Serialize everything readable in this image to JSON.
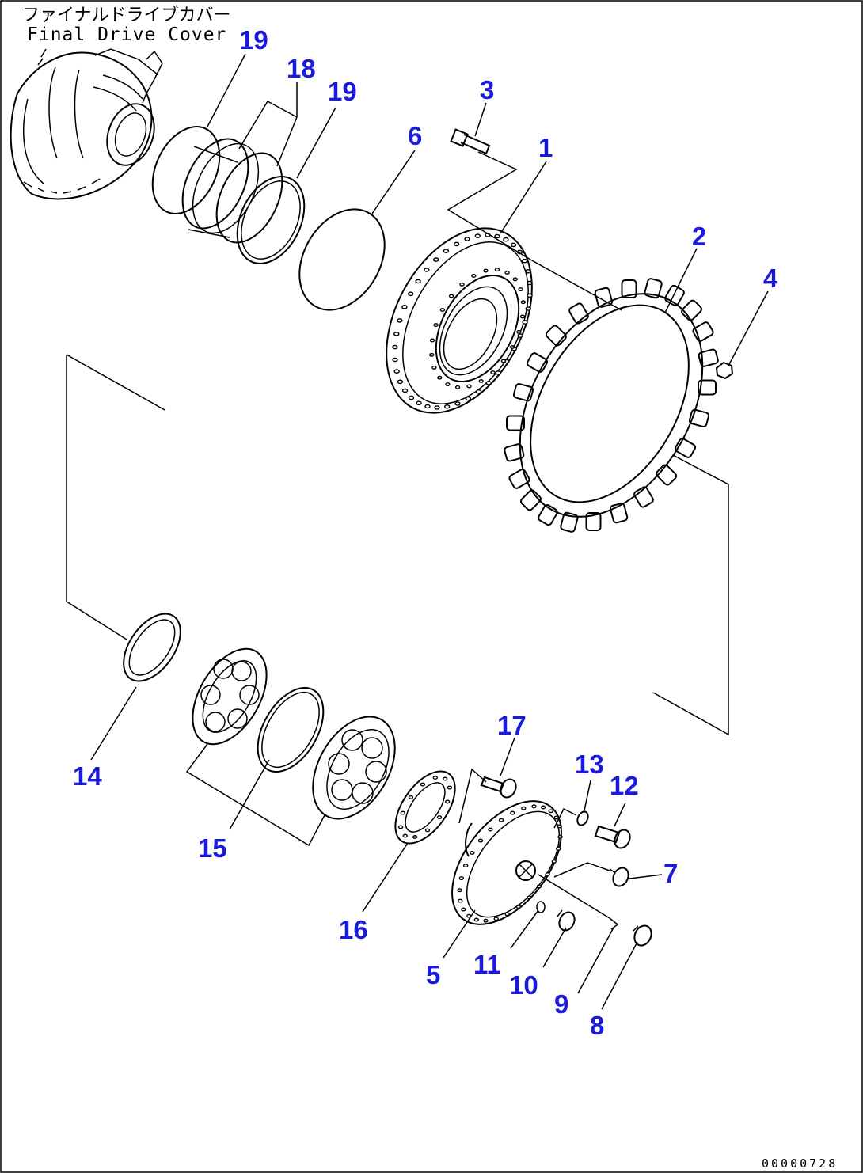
{
  "caption": {
    "jp": "ファイナルドライブカバー",
    "en": "Final Drive Cover"
  },
  "drawing_number": "00000728",
  "callouts": [
    {
      "id": "c19a",
      "label": "19"
    },
    {
      "id": "c18",
      "label": "18"
    },
    {
      "id": "c19b",
      "label": "19"
    },
    {
      "id": "c3",
      "label": "3"
    },
    {
      "id": "c6",
      "label": "6"
    },
    {
      "id": "c1",
      "label": "1"
    },
    {
      "id": "c2",
      "label": "2"
    },
    {
      "id": "c4",
      "label": "4"
    },
    {
      "id": "c14",
      "label": "14"
    },
    {
      "id": "c15",
      "label": "15"
    },
    {
      "id": "c17",
      "label": "17"
    },
    {
      "id": "c13",
      "label": "13"
    },
    {
      "id": "c12",
      "label": "12"
    },
    {
      "id": "c7",
      "label": "7"
    },
    {
      "id": "c16",
      "label": "16"
    },
    {
      "id": "c5",
      "label": "5"
    },
    {
      "id": "c11",
      "label": "11"
    },
    {
      "id": "c10",
      "label": "10"
    },
    {
      "id": "c9",
      "label": "9"
    },
    {
      "id": "c8",
      "label": "8"
    }
  ],
  "colors": {
    "callout": "#1a1adb",
    "linework": "#000000",
    "background": "#ffffff"
  }
}
